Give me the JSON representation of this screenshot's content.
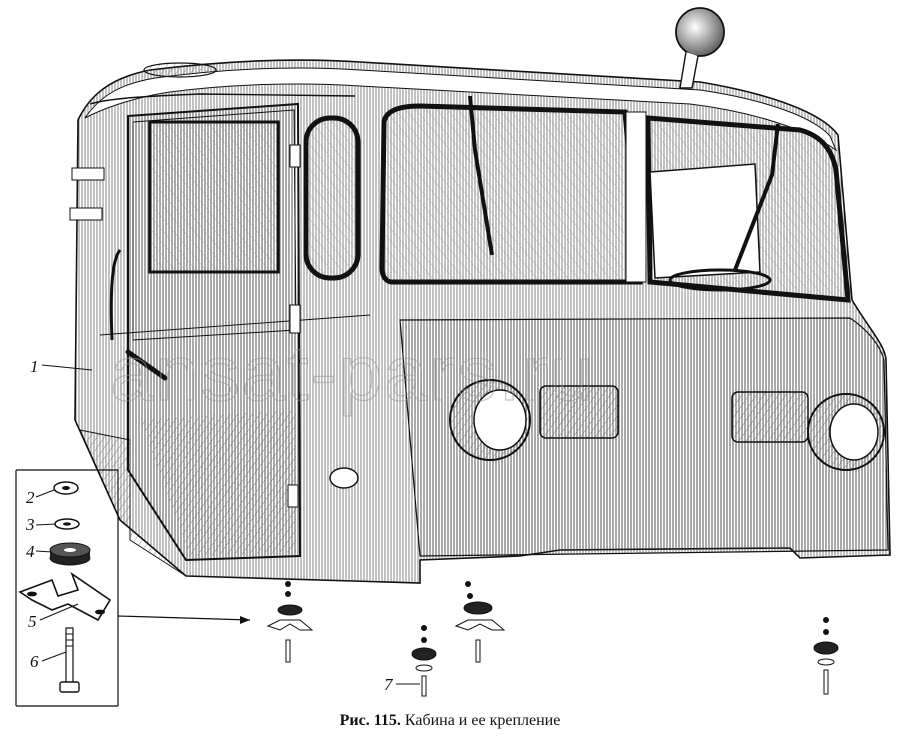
{
  "figure": {
    "caption_prefix": "Рис. 115.",
    "caption_text": "Кабина и ее крепление",
    "watermark": "ansat-pars.ru"
  },
  "callouts": [
    {
      "id": "1",
      "label": "1"
    },
    {
      "id": "2",
      "label": "2"
    },
    {
      "id": "3",
      "label": "3"
    },
    {
      "id": "4",
      "label": "4"
    },
    {
      "id": "5",
      "label": "5"
    },
    {
      "id": "6",
      "label": "6"
    },
    {
      "id": "7",
      "label": "7"
    }
  ],
  "colors": {
    "ink": "#111111",
    "paper": "#ffffff",
    "hatch": "#333333"
  }
}
